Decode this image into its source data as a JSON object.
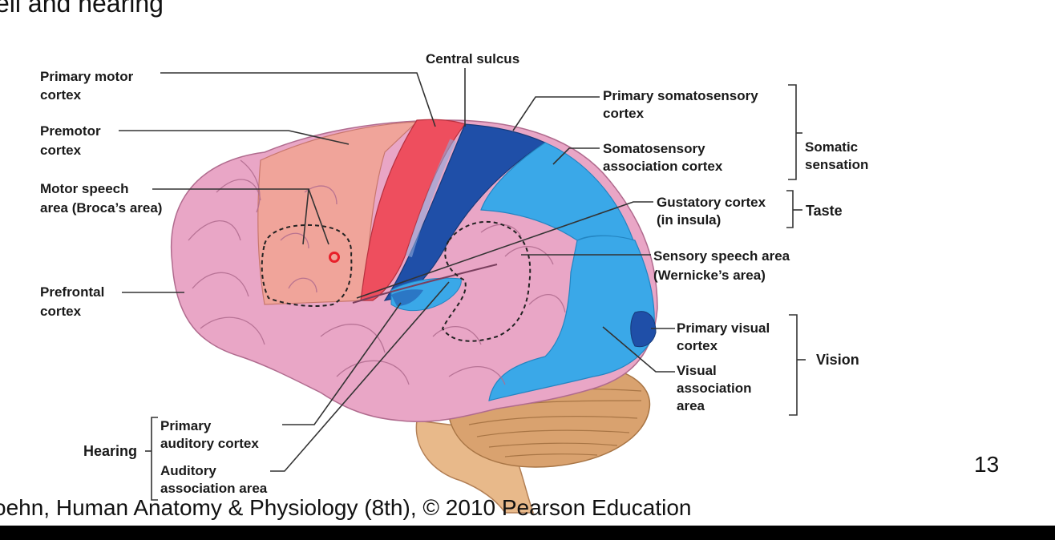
{
  "slide": {
    "title_fragment": "ell and hearing",
    "page_number": "13",
    "credit": "oehn, Human Anatomy & Physiology (8th), © 2010 Pearson Education"
  },
  "labels": {
    "central_sulcus": "Central sulcus",
    "primary_motor_1": "Primary motor",
    "primary_motor_2": "cortex",
    "premotor_1": "Premotor",
    "premotor_2": "cortex",
    "motor_speech_1": "Motor speech",
    "motor_speech_2": "area (Broca’s area)",
    "prefrontal_1": "Prefrontal",
    "prefrontal_2": "cortex",
    "primary_somato_1": "Primary somatosensory",
    "primary_somato_2": "cortex",
    "somato_assoc_1": "Somatosensory",
    "somato_assoc_2": "association cortex",
    "somatic_1": "Somatic",
    "somatic_2": "sensation",
    "gustatory_1": "Gustatory cortex",
    "gustatory_2": "(in insula)",
    "taste": "Taste",
    "sensory_speech_1": "Sensory speech area",
    "sensory_speech_2": "(Wernicke’s area)",
    "primary_visual_1": "Primary visual",
    "primary_visual_2": "cortex",
    "visual_assoc_1": "Visual",
    "visual_assoc_2": "association",
    "visual_assoc_3": "area",
    "vision": "Vision",
    "hearing": "Hearing",
    "primary_auditory_1": "Primary",
    "primary_auditory_2": "auditory cortex",
    "auditory_assoc_1": "Auditory",
    "auditory_assoc_2": "association area"
  },
  "colors": {
    "motor_red": "#ee4e5e",
    "premotor_salmon": "#f0a49a",
    "somatosensory_dark_blue": "#1f4fa8",
    "association_light_blue": "#3aa8e8",
    "cortex_pink": "#e9a6c6",
    "cerebellum_tan": "#d9a26f",
    "leader_line": "#333333"
  }
}
